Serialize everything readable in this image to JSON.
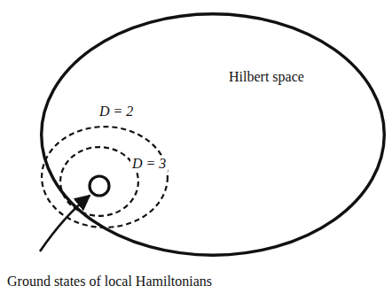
{
  "diagram": {
    "nodes": [
      {
        "text": [
          "Hilbert space"
        ]
      },
      {
        "text": [
          "D = 2"
        ],
        "in": 0
      },
      {
        "text": [
          "D = 3"
        ],
        "in": 1
      }
    ],
    "labels": [
      "Ground states of local Hamiltonians"
    ]
  }
}
